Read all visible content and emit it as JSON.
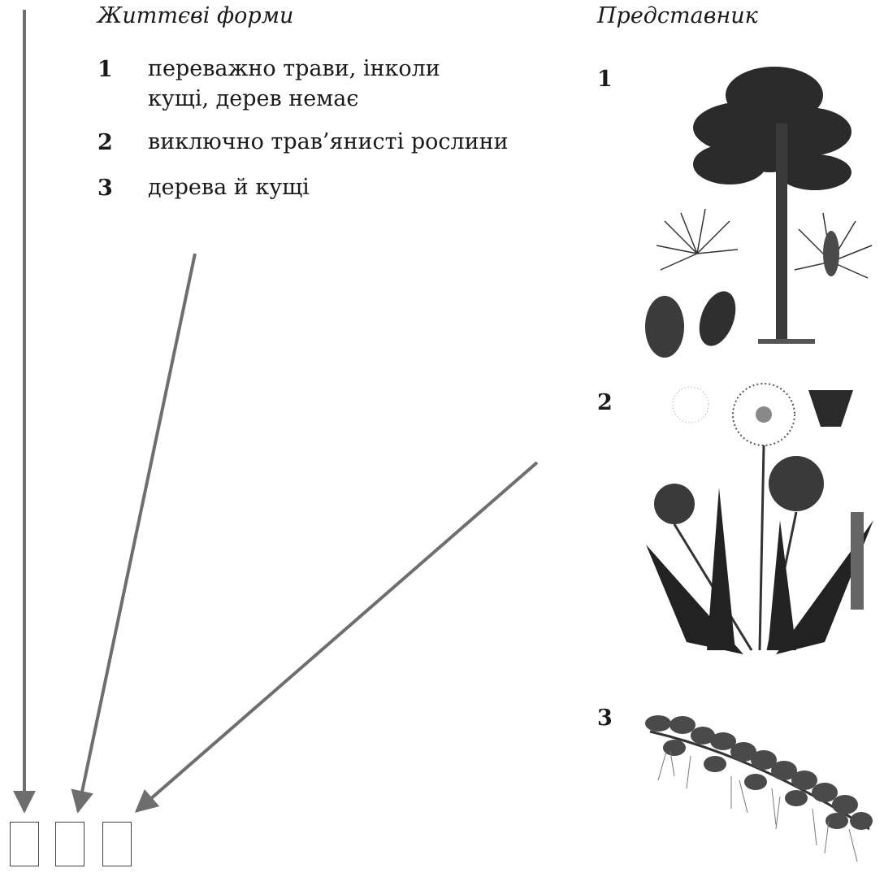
{
  "left_column": {
    "heading": "Життєві форми",
    "items": [
      {
        "number": "1",
        "lines": [
          "переважно трави, інколи",
          "кущі, дерев немає"
        ]
      },
      {
        "number": "2",
        "lines": [
          "виключно трав’янисті рослини"
        ]
      },
      {
        "number": "3",
        "lines": [
          "дерева й кущі"
        ]
      }
    ]
  },
  "right_column": {
    "heading": "Представник",
    "items": [
      {
        "number": "1",
        "image": "pine-tree-with-cones-illustration"
      },
      {
        "number": "2",
        "image": "dandelion-plant-illustration"
      },
      {
        "number": "3",
        "image": "floating-fern-salvinia-illustration"
      }
    ]
  },
  "answer_boxes": {
    "count": 3,
    "values": [
      "",
      "",
      ""
    ]
  },
  "colors": {
    "arrow": "#6e6e6e",
    "text": "#1a1a1a",
    "box_border": "#444444"
  }
}
